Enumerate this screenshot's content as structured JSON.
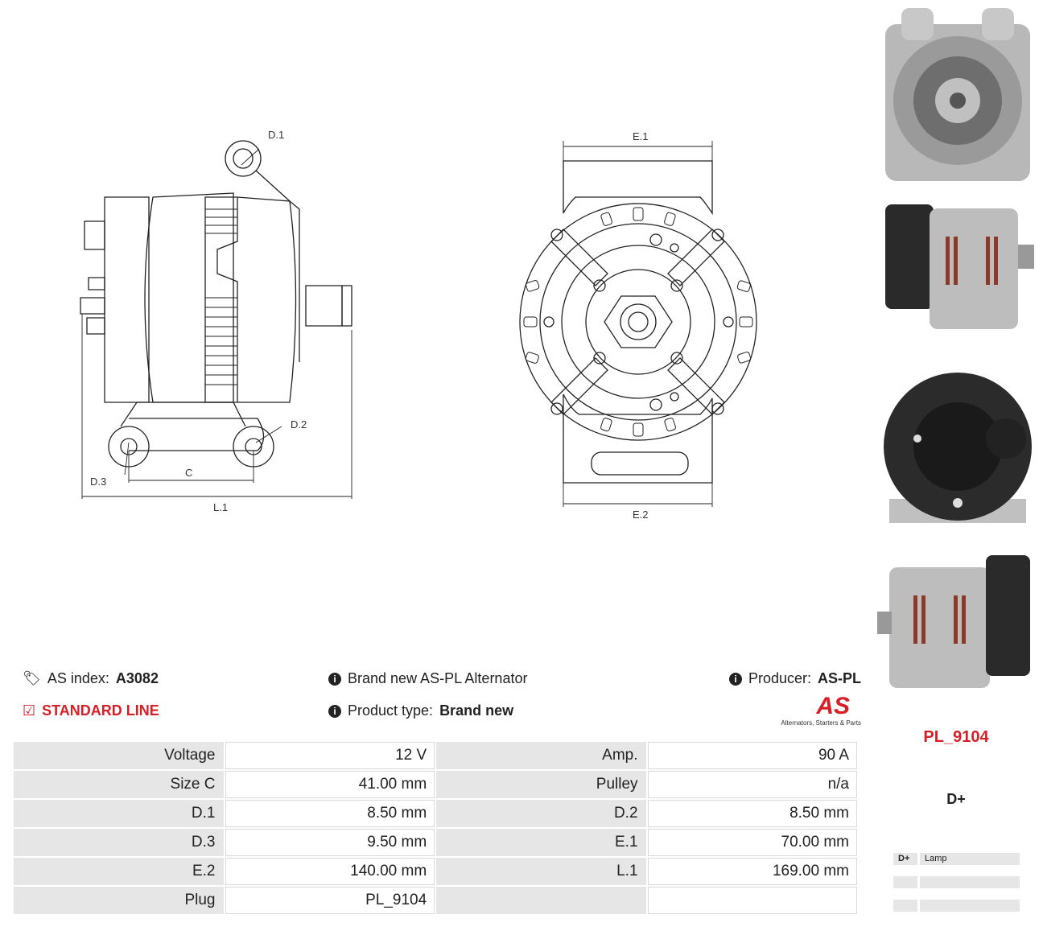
{
  "drawing_labels": {
    "d1": "D.1",
    "d2": "D.2",
    "d3": "D.3",
    "c": "C",
    "l1": "L.1",
    "e1": "E.1",
    "e2": "E.2"
  },
  "info": {
    "as_index_label": "AS index:",
    "as_index_value": "A3082",
    "line_label": "STANDARD LINE",
    "brand_text": "Brand new AS-PL Alternator",
    "product_type_label": "Product type:",
    "product_type_value": "Brand new",
    "producer_label": "Producer:",
    "producer_value": "AS-PL",
    "logo_text": "AS",
    "logo_tagline": "Alternators, Starters & Parts"
  },
  "specs": [
    {
      "k1": "Voltage",
      "v1": "12 V",
      "k2": "Amp.",
      "v2": "90 A"
    },
    {
      "k1": "Size C",
      "v1": "41.00 mm",
      "k2": "Pulley",
      "v2": "n/a"
    },
    {
      "k1": "D.1",
      "v1": "8.50 mm",
      "k2": "D.2",
      "v2": "8.50 mm"
    },
    {
      "k1": "D.3",
      "v1": "9.50 mm",
      "k2": "E.1",
      "v2": "70.00 mm"
    },
    {
      "k1": "E.2",
      "v1": "140.00 mm",
      "k2": "L.1",
      "v2": "169.00 mm"
    },
    {
      "k1": "Plug",
      "v1": "PL_9104",
      "k2": "",
      "v2": ""
    }
  ],
  "plug": {
    "code": "PL_9104",
    "terminal_title": "D+",
    "rows": [
      {
        "pin": "D+",
        "desc": "Lamp"
      },
      {
        "pin": "",
        "desc": ""
      },
      {
        "pin": "",
        "desc": ""
      }
    ]
  },
  "colors": {
    "accent_red": "#d81f26",
    "table_header": "#e6e6e6"
  }
}
